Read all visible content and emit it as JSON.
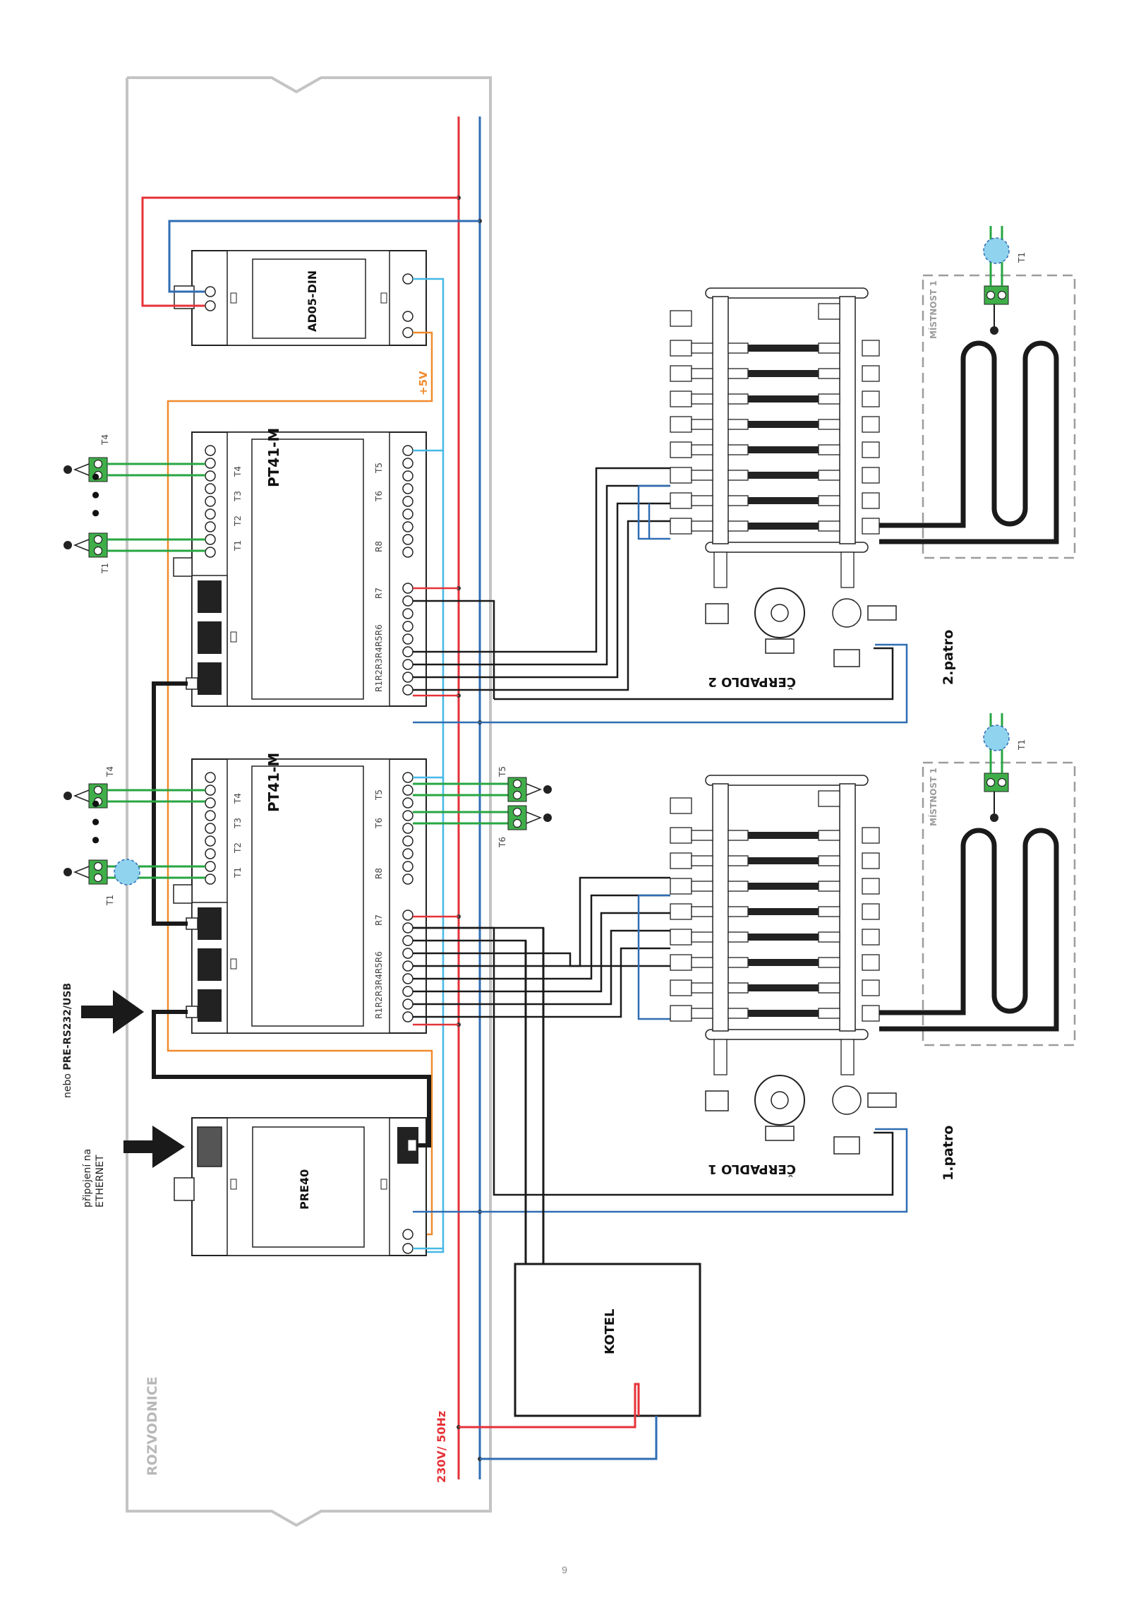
{
  "colors": {
    "phase": "#e53238",
    "neutral": "#2f6db3",
    "supply5v": "#f08a2c",
    "bus": "#45b8e6",
    "signal": "#1a1a1a",
    "sensor": "#27a642",
    "sensor_block": "#3fae49",
    "enclosure": "#c4c4c4",
    "bubble": "#8fd3ee",
    "room": "#9c9c9c"
  },
  "panel": {
    "name": "ROZVODNICE"
  },
  "power": {
    "label": "230V/ 50Hz"
  },
  "supply": {
    "label": "+5V"
  },
  "modules": {
    "ad05": {
      "name": "AD05-DIN"
    },
    "pt41_top": {
      "name": "PT41-M"
    },
    "pt41_bottom": {
      "name": "PT41-M"
    },
    "pre40": {
      "name": "PRE40"
    }
  },
  "terminals": {
    "inputs": [
      "T1",
      "T2",
      "T3",
      "T4"
    ],
    "right_top": [
      "T5",
      "T6"
    ],
    "relays_top": [
      "R8",
      "R7"
    ],
    "relays_bottom": "R1R2R3R4R5R6"
  },
  "sensors": {
    "top_upper": "T4",
    "top_lower": "T1",
    "bottom_upper": "T4",
    "bottom_lower": "T1",
    "right_t5": "T5",
    "right_t6": "T6",
    "room_top": "T1",
    "room_bottom": "T1",
    "dots": "• • •"
  },
  "connections": {
    "rs232_prefix": "nebo ",
    "rs232_bold": "PRE-RS232/USB",
    "ethernet_line1": "připojení na",
    "ethernet_line2": "ETHERNET"
  },
  "pumps": {
    "top": "ČERPADLO 2",
    "bottom": "ČERPADLO 1"
  },
  "floors": {
    "top": "2.patro",
    "bottom": "1.patro"
  },
  "rooms": {
    "top": "MÍSTNOST 1",
    "bottom": "MÍSTNOST 1"
  },
  "boiler": {
    "name": "KOTEL"
  },
  "page": {
    "number": "9"
  }
}
